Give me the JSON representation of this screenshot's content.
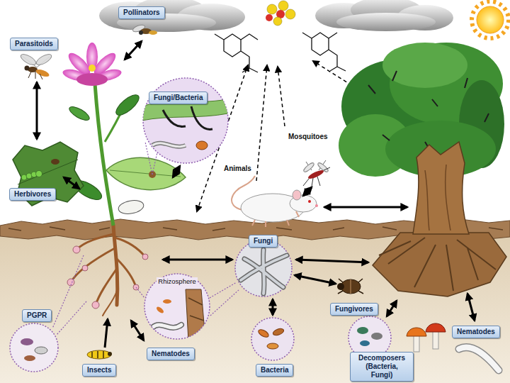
{
  "diagram": {
    "nodes": [
      {
        "text": [
          "Pollinators"
        ]
      },
      {
        "text": [
          "Parasitoids"
        ]
      },
      {
        "text": [
          "Fungi/Bacteria"
        ]
      },
      {
        "text": [
          "Herbivores"
        ]
      },
      {
        "text": [
          "Fungi"
        ]
      },
      {
        "text": [
          "Rhizosphere"
        ]
      },
      {
        "text": [
          "Fungivores"
        ]
      },
      {
        "text": [
          "PGPR"
        ]
      },
      {
        "text": [
          "Nematodes"
        ]
      },
      {
        "text": [
          "Nematodes"
        ]
      },
      {
        "text": [
          "Decomposers (Bacteria, Fungi)"
        ]
      },
      {
        "text": [
          "Insects"
        ]
      },
      {
        "text": [
          "Bacteria"
        ]
      }
    ],
    "labels": [
      "Mosquitoes",
      "Animals"
    ]
  }
}
